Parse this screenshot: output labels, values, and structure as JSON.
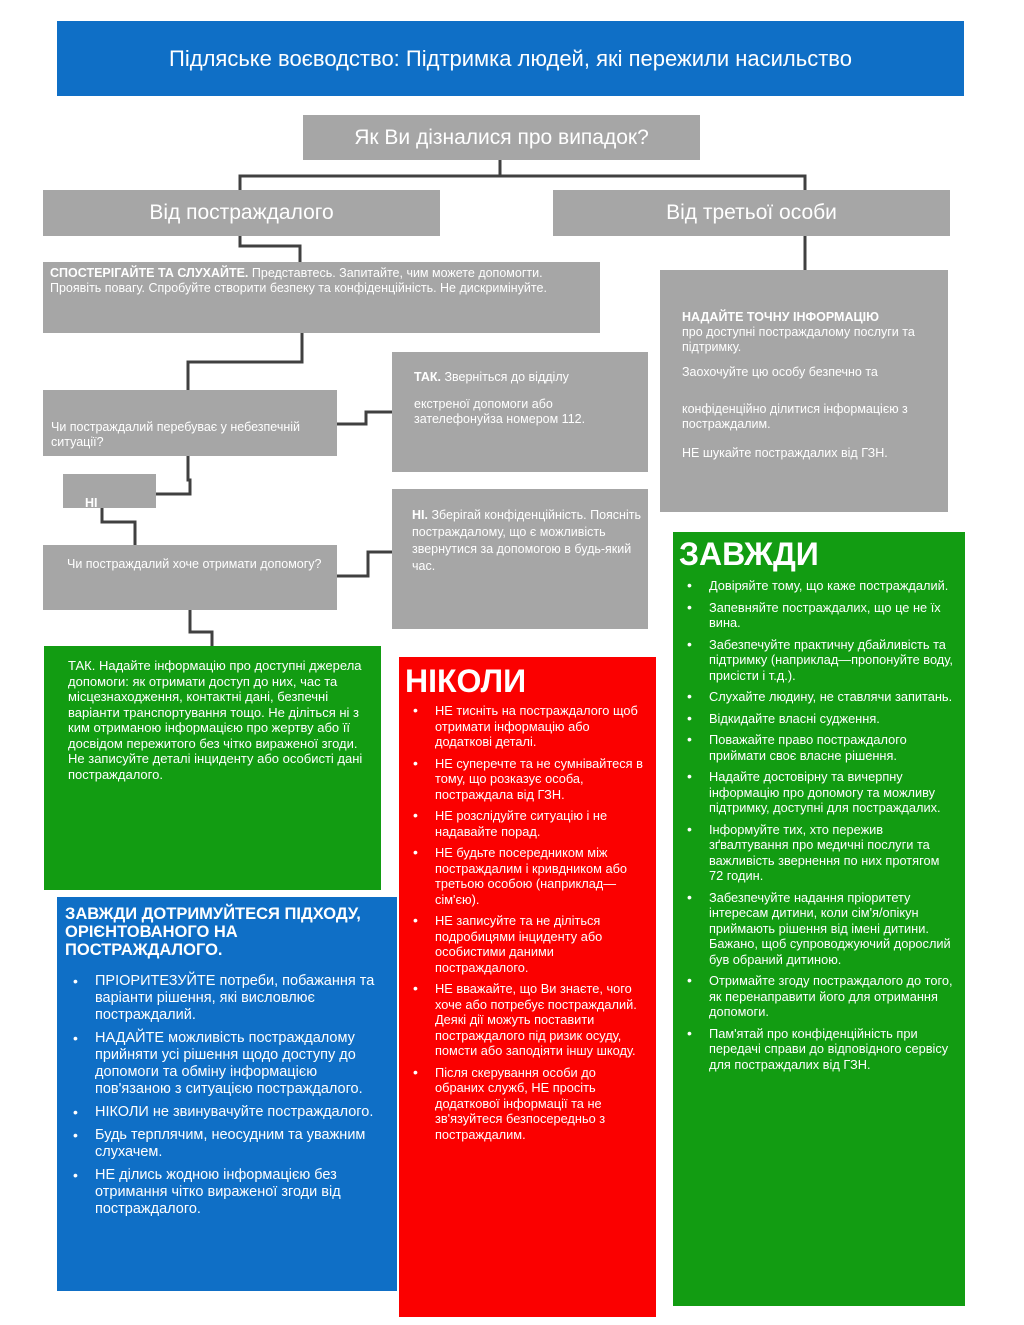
{
  "title": "Підляське воєводство: Підтримка людей, які пережили насильство",
  "question_main": "Як Ви дізналися про випадок?",
  "branch_left": "Від постраждалого",
  "branch_right": "Від третьої особи",
  "observe": {
    "lead": "СПОСТЕРІГАЙТЕ ТА СЛУХАЙТЕ.",
    "text": " Представтесь. Запитайте, чим можете допомогти. Проявіть повагу. Спробуйте створити безпеку та конфіденційність. Не дискримінуйте."
  },
  "danger_question": "Чи постраждалий перебуває у небезпечній ситуації?",
  "yes_box": {
    "lead": "ТАК.",
    "line1": " Зверніться до відділу",
    "line2": "екстреної допомоги або зателефонуйза номером 112."
  },
  "no_label": "НІ",
  "help_question": "Чи постраждалий хоче отримати допомогу?",
  "no_box": {
    "lead": "НІ.",
    "text": " Зберігай конфіденційність. Поясніть постраждалому, що є можливість звернутися за допомогою в будь-який час."
  },
  "third_party": {
    "lead": "НАДАЙТЕ ТОЧНУ ІНФОРМАЦІЮ",
    "line1": "про доступні постраждалому послуги та підтримку.",
    "line2": "Заохочуйте цю особу безпечно та",
    "line3": "конфіденційно ділитися інформацією з постраждалим.",
    "line4": "НЕ шукайте постраждалих від ГЗН."
  },
  "green_yes": "ТАК. Надайте інформацію про доступні джерела допомоги: як отримати доступ до них, час та місцезнаходження, контактні дані, безпечні варіанти транспортування тощо. Не діліться ні з ким отриманою інформацією про жертву або її досвідом пережитого без чітко вираженої згоди. Не записуйте деталі інциденту або особисті дані постраждалого.",
  "blue_block": {
    "heading": "ЗАВЖДИ ДОТРИМУЙТЕСЯ ПІДХОДУ, ОРІЄНТОВАНОГО НА ПОСТРАЖДАЛОГО.",
    "items": [
      "ПРІОРИТЕЗУЙТЕ потреби, побажання та варіанти рішення, які висловлює постраждалий.",
      "НАДАЙТЕ можливість постраждалому прийняти усі рішення щодо доступу до допомоги та обміну інформацією пов'язаною з ситуацією постраждалого.",
      "НІКОЛИ не звинувачуйте постраждалого.",
      "Будь терплячим, неосудним та уважним слухачем.",
      "НЕ ділись жодною інформацією без отримання чітко вираженої згоди від постраждалого."
    ]
  },
  "never_block": {
    "heading": "НІКОЛИ",
    "items": [
      "НЕ тисніть на постраждалого щоб отримати інформацію або додаткові деталі.",
      "НЕ суперечте та не сумнівайтеся в тому, що розказує особа, постраждала від ГЗН.",
      "НЕ розслідуйте ситуацію і не надавайте порад.",
      "НЕ будьте посередником між постраждалим і кривдником або третьою особою (наприклад—сім'єю).",
      "НЕ записуйте та не діліться подробицями інциденту або особистими даними постраждалого.",
      "НЕ вважайте, що Ви знаєте, чого хоче або потребує постраждалий. Деякі дії можуть поставити постраждалого під ризик осуду, помсти або заподіяти іншу шкоду.",
      "Після скерування особи до обраних служб, НЕ просіть додаткової інформації та не зв'язуйтеся безпосередньо з постраждалим."
    ]
  },
  "always_block": {
    "heading": "ЗАВЖДИ",
    "items": [
      "Довіряйте тому, що каже постраждалий.",
      "Запевняйте постраждалих, що це не їх вина.",
      "Забезпечуйте практичну дбайливість та підтримку (наприклад—пропонуйте воду, присісти і т.д.).",
      "Слухайте людину, не ставлячи запитань.",
      "Відкидайте власні судження.",
      "Поважайте право постраждалого приймати своє власне рішення.",
      "Надайте достовірну та вичерпну інформацію про допомогу та можливу підтримку, доступні для постраждалих.",
      "Інформуйте тих, хто пережив зґвалтування про медичні послуги та важливість звернення по них протягом 72 годин.",
      "Забезпечуйте надання пріоритету інтересам дитини, коли сім'я/опікун приймають рішення від імені дитини. Бажано, щоб супроводжуючий дорослий був обраний дитиною.",
      "Отримайте згоду постраждалого до того, як перенаправити його для отримання допомоги.",
      "Пам'ятай про конфіденційність при передачі справи до відповідного сервісу для постраждалих від ГЗН."
    ]
  },
  "colors": {
    "header_blue": "#0f6fc6",
    "gray": "#a6a6a6",
    "green": "#129c12",
    "red": "#fb0000"
  }
}
